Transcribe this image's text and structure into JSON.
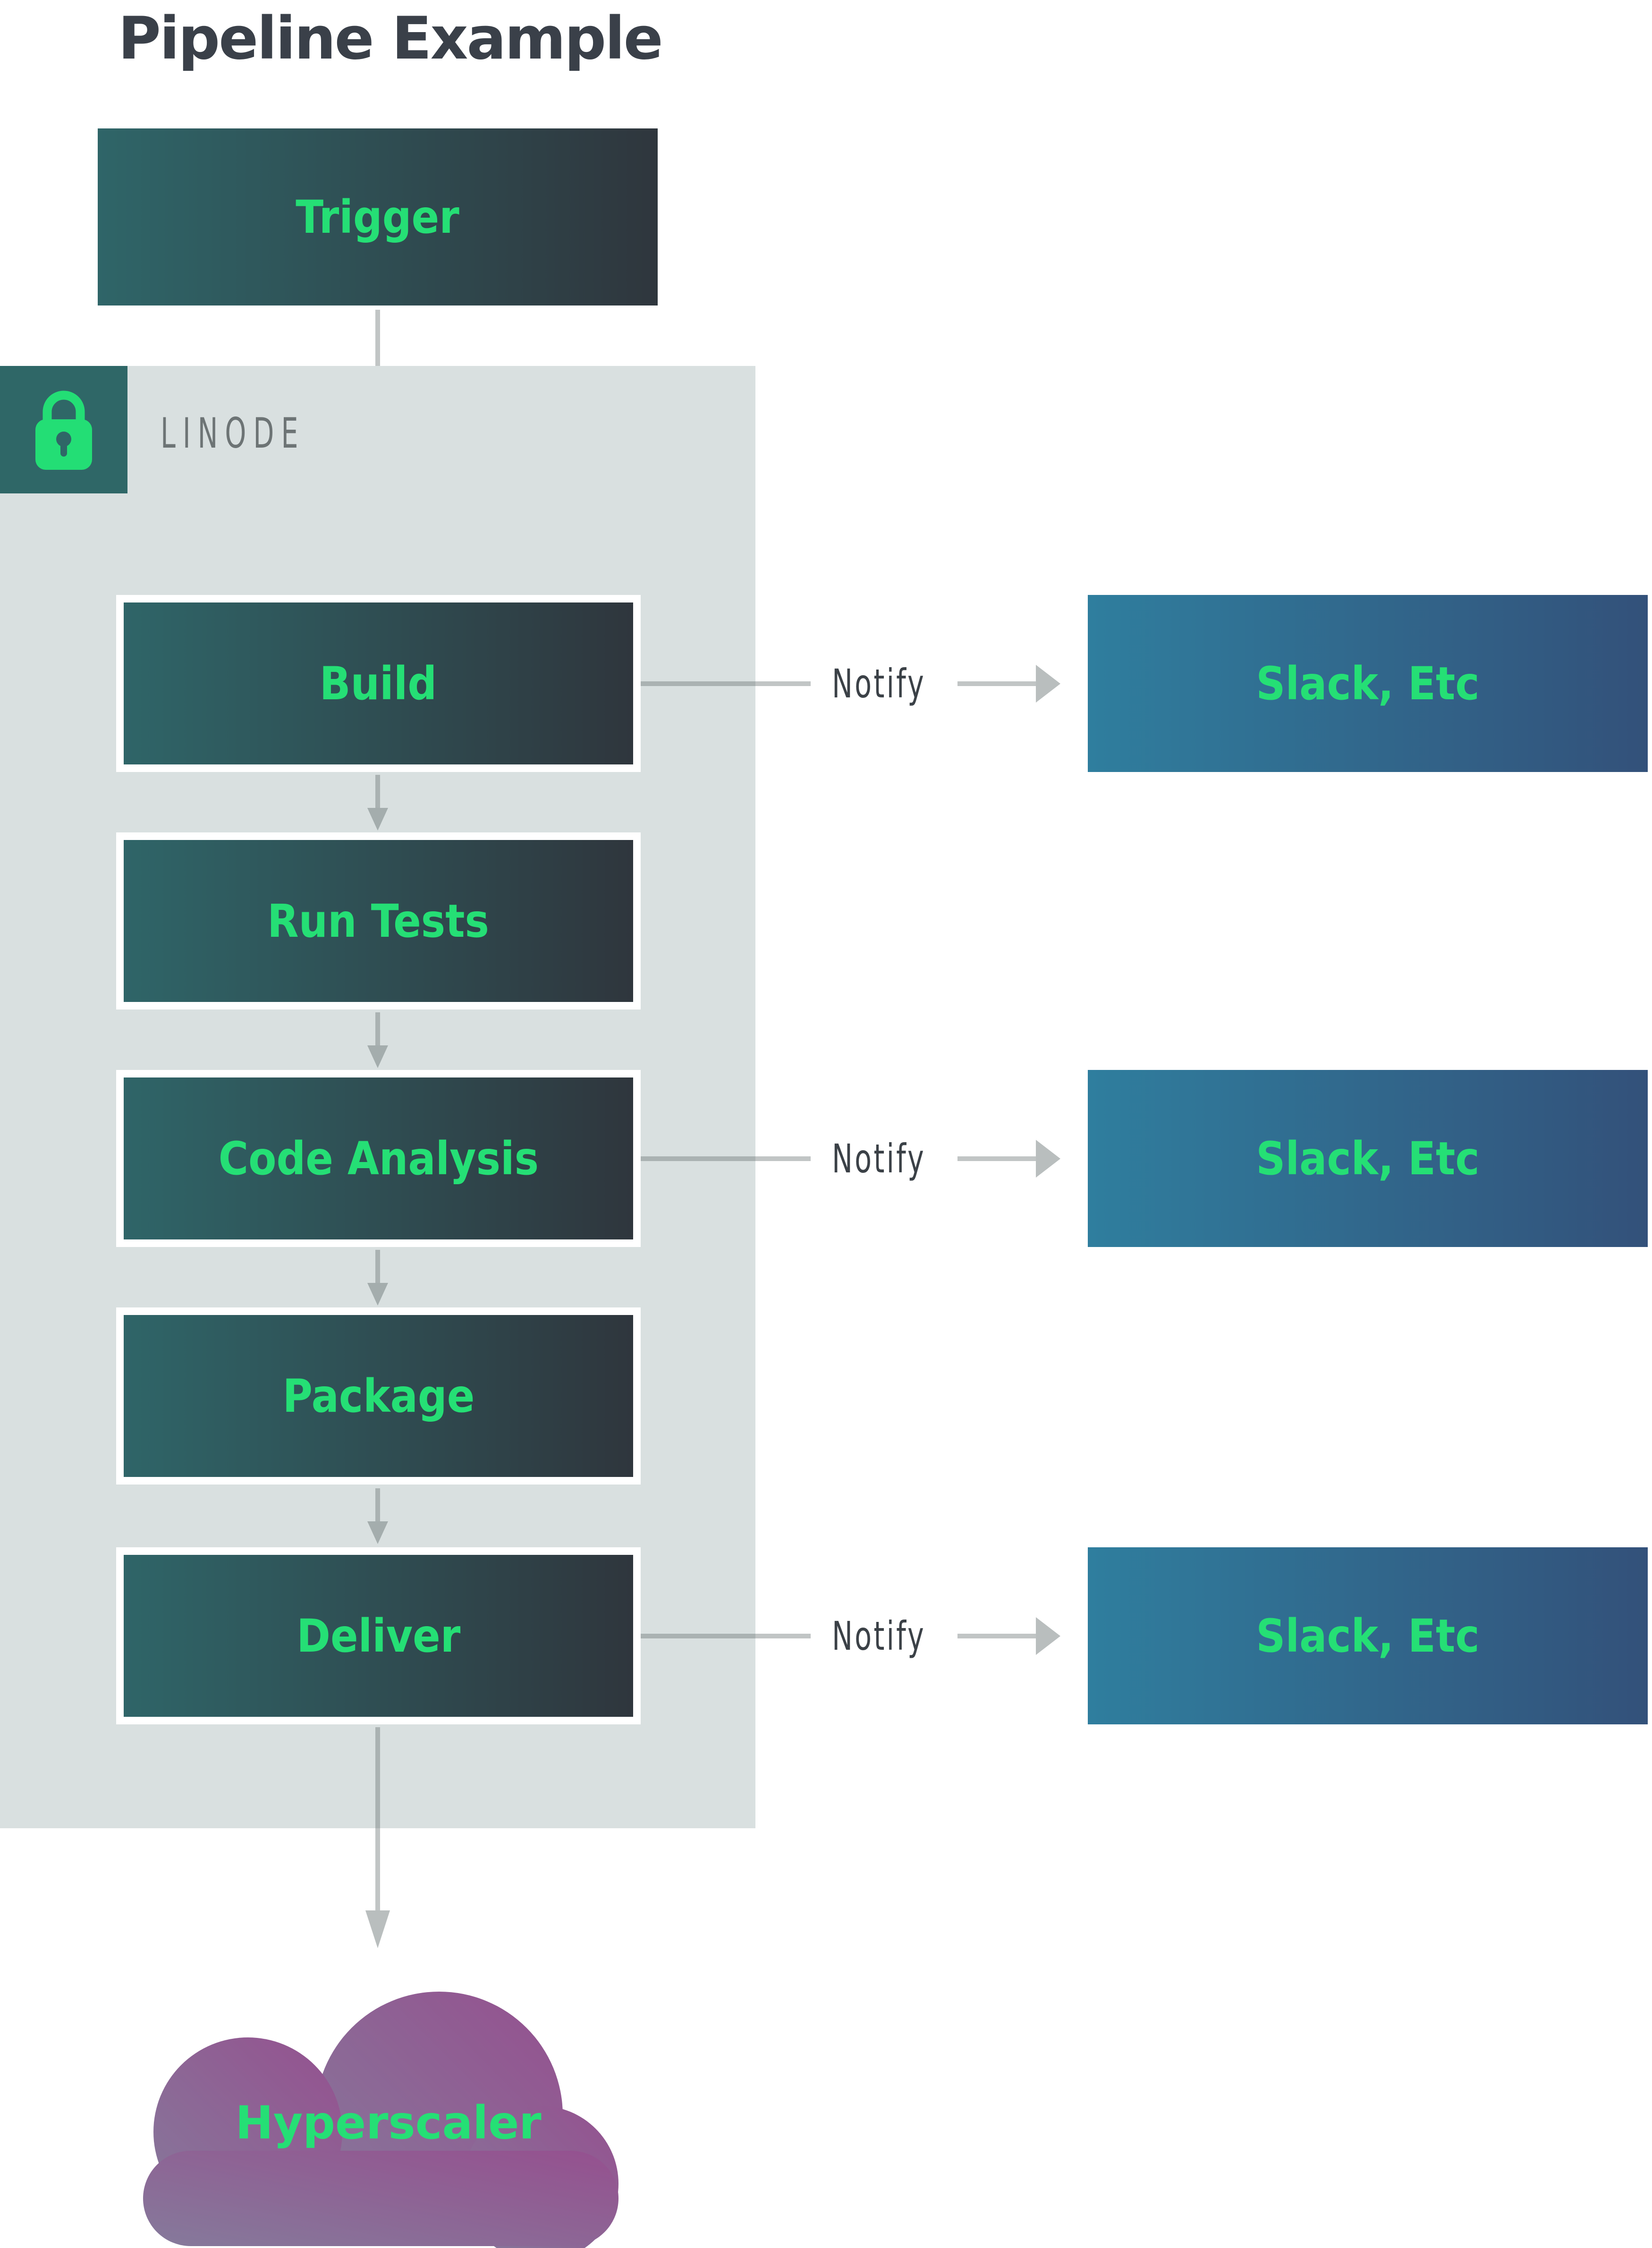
{
  "title": "Pipeline Example",
  "trigger": {
    "label": "Trigger"
  },
  "container": {
    "label": "LINODE",
    "icon": "lock-icon"
  },
  "stages": [
    {
      "label": "Build"
    },
    {
      "label": "Run Tests"
    },
    {
      "label": "Code Analysis"
    },
    {
      "label": "Package"
    },
    {
      "label": "Deliver"
    }
  ],
  "notify": {
    "label": "Notify"
  },
  "slack": {
    "label": "Slack, Etc"
  },
  "cloud": {
    "label": "Hyperscaler"
  },
  "colors": {
    "title_text": "#3a4049",
    "accent_green": "#25df75",
    "stage_gradient_left": "#2f6568",
    "stage_gradient_right": "#2f363d",
    "container_bg": "#d9e0e0",
    "lock_badge_bg": "#2f6767",
    "linode_text": "#6d7475",
    "notify_text": "#3b4147",
    "slack_gradient_left": "#2f7e9e",
    "slack_gradient_right": "#33517a",
    "cloud_gradient_start": "#857a9b",
    "cloud_gradient_end": "#95508f",
    "arrow_gray": "#b9bfbf"
  }
}
